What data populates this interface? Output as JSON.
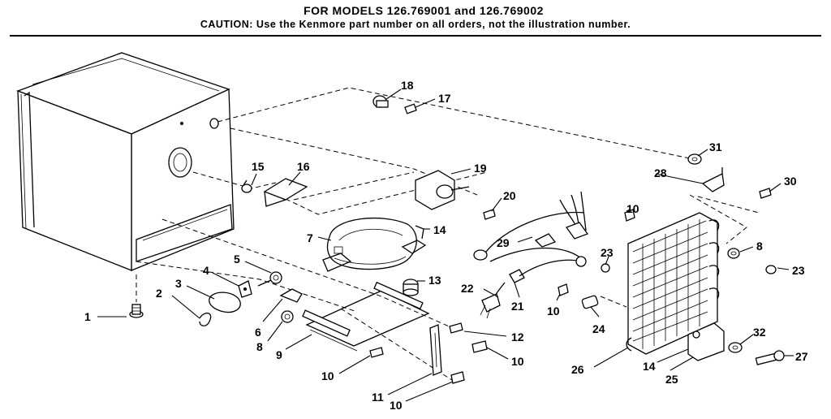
{
  "header": {
    "title": "FOR MODELS 126.769001 and 126.769002",
    "caution": "CAUTION: Use the Kenmore part number on all orders, not the illustration number."
  },
  "callouts": [
    {
      "id": "c1",
      "text": "1"
    },
    {
      "id": "c2",
      "text": "2"
    },
    {
      "id": "c3",
      "text": "3"
    },
    {
      "id": "c4",
      "text": "4"
    },
    {
      "id": "c5",
      "text": "5"
    },
    {
      "id": "c6",
      "text": "6"
    },
    {
      "id": "c7",
      "text": "7"
    },
    {
      "id": "c8a",
      "text": "8"
    },
    {
      "id": "c8b",
      "text": "8"
    },
    {
      "id": "c9",
      "text": "9"
    },
    {
      "id": "c10a",
      "text": "10"
    },
    {
      "id": "c10b",
      "text": "10"
    },
    {
      "id": "c10c",
      "text": "10"
    },
    {
      "id": "c10d",
      "text": "10"
    },
    {
      "id": "c10e",
      "text": "10"
    },
    {
      "id": "c11",
      "text": "11"
    },
    {
      "id": "c12",
      "text": "12"
    },
    {
      "id": "c13",
      "text": "13"
    },
    {
      "id": "c14a",
      "text": "14"
    },
    {
      "id": "c14b",
      "text": "14"
    },
    {
      "id": "c15",
      "text": "15"
    },
    {
      "id": "c16",
      "text": "16"
    },
    {
      "id": "c17",
      "text": "17"
    },
    {
      "id": "c18",
      "text": "18"
    },
    {
      "id": "c19",
      "text": "19"
    },
    {
      "id": "c20",
      "text": "20"
    },
    {
      "id": "c21",
      "text": "21"
    },
    {
      "id": "c22",
      "text": "22"
    },
    {
      "id": "c23a",
      "text": "23"
    },
    {
      "id": "c23b",
      "text": "23"
    },
    {
      "id": "c24",
      "text": "24"
    },
    {
      "id": "c25",
      "text": "25"
    },
    {
      "id": "c26",
      "text": "26"
    },
    {
      "id": "c27",
      "text": "27"
    },
    {
      "id": "c28",
      "text": "28"
    },
    {
      "id": "c29",
      "text": "29"
    },
    {
      "id": "c30",
      "text": "30"
    },
    {
      "id": "c31",
      "text": "31"
    },
    {
      "id": "c32",
      "text": "32"
    }
  ]
}
